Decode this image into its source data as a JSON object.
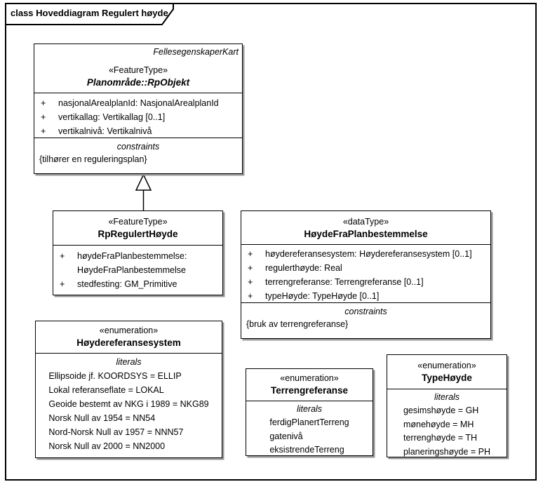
{
  "frame": {
    "title": "class Hoveddiagram Regulert høyde"
  },
  "colors": {
    "line": "#000000",
    "shadow": "#999999",
    "background": "#ffffff"
  },
  "classes": {
    "rpObjekt": {
      "package": "FellesegenskaperKart",
      "stereotype": "«FeatureType»",
      "name": "Planområde::RpObjekt",
      "attributes": [
        {
          "vis": "+",
          "text": "nasjonalArealplanId: NasjonalArealplanId"
        },
        {
          "vis": "+",
          "text": "vertikallag: Vertikallag [0..1]"
        },
        {
          "vis": "+",
          "text": "vertikalnivå: Vertikalnivå"
        }
      ],
      "constraints_label": "constraints",
      "constraints": [
        "{tilhører en reguleringsplan}"
      ]
    },
    "rpRegulertHoyde": {
      "stereotype": "«FeatureType»",
      "name": "RpRegulertHøyde",
      "attributes": [
        {
          "vis": "+",
          "text": "høydeFraPlanbestemmelse:"
        },
        {
          "vis": "",
          "text": "HøydeFraPlanbestemmelse"
        },
        {
          "vis": "+",
          "text": "stedfesting: GM_Primitive"
        }
      ]
    },
    "hoydeFraPlanbestemmelse": {
      "stereotype": "«dataType»",
      "name": "HøydeFraPlanbestemmelse",
      "attributes": [
        {
          "vis": "+",
          "text": "høydereferansesystem: Høydereferansesystem [0..1]"
        },
        {
          "vis": "+",
          "text": "regulerthøyde: Real"
        },
        {
          "vis": "+",
          "text": "terrengreferanse: Terrengreferanse [0..1]"
        },
        {
          "vis": "+",
          "text": "typeHøyde: TypeHøyde [0..1]"
        }
      ],
      "constraints_label": "constraints",
      "constraints": [
        "{bruk av terrengreferanse}"
      ]
    },
    "hoydereferansesystem": {
      "stereotype": "«enumeration»",
      "name": "Høydereferansesystem",
      "literals_label": "literals",
      "literals": [
        "Ellipsoide jf. KOORDSYS = ELLIP",
        "Lokal referanseflate = LOKAL",
        "Geoide bestemt av NKG i 1989 = NKG89",
        "Norsk Null av 1954 = NN54",
        "Nord-Norsk Null av 1957 = NNN57",
        "Norsk Null av 2000 = NN2000"
      ]
    },
    "terrengreferanse": {
      "stereotype": "«enumeration»",
      "name": "Terrengreferanse",
      "literals_label": "literals",
      "literals": [
        "ferdigPlanertTerreng",
        "gatenivå",
        "eksistrendeTerreng"
      ]
    },
    "typeHoyde": {
      "stereotype": "«enumeration»",
      "name": "TypeHøyde",
      "literals_label": "literals",
      "literals": [
        "gesimshøyde = GH",
        "mønehøyde = MH",
        "terrenghøyde = TH",
        "planeringshøyde = PH"
      ]
    }
  }
}
